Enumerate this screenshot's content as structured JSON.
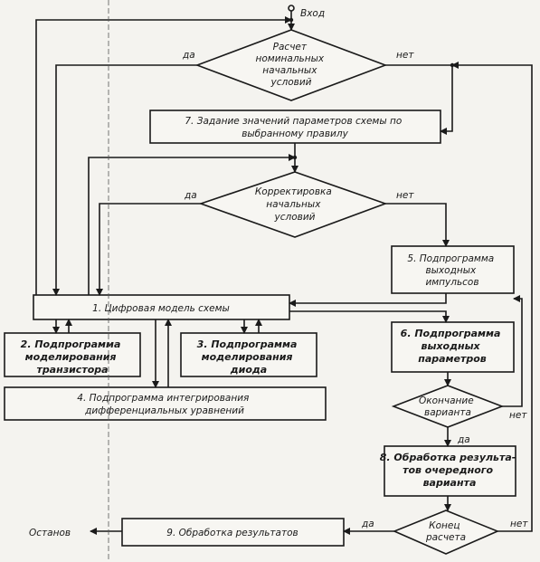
{
  "diagram": {
    "entry_label": "Вход",
    "stop_label": "Останов",
    "decision_initial": [
      "Расчет",
      "номинальных",
      "начальных",
      "условий"
    ],
    "block_7": [
      "7. Задание значений параметров схемы по",
      "выбранному правилу"
    ],
    "decision_correction": [
      "Корректировка",
      "начальных",
      "условий"
    ],
    "block_5": [
      "5. Подпрограмма",
      "выходных",
      "импульсов"
    ],
    "block_1": "1. Цифровая модель схемы",
    "block_2": [
      "2. Подпрограмма",
      "моделирования",
      "транзистора"
    ],
    "block_3": [
      "3. Подпрограмма",
      "моделирования",
      "диода"
    ],
    "block_6": [
      "6. Подпрограмма",
      "выходных",
      "параметров"
    ],
    "block_4": [
      "4. Подпрограмма интегрирования",
      "дифференциальных уравнений"
    ],
    "decision_variant_end": [
      "Окончание",
      "варианта"
    ],
    "block_8": [
      "8. Обработка результа-",
      "тов очередного",
      "варианта"
    ],
    "decision_calc_end": [
      "Конец",
      "расчета"
    ],
    "block_9": "9. Обработка результатов",
    "yes": "да",
    "no": "нет"
  }
}
